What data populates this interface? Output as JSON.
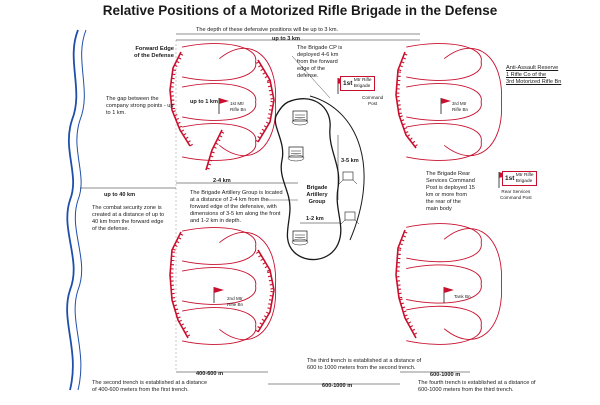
{
  "title": "Relative Positions of a Motorized Rifle Brigade in the Defense",
  "colors": {
    "trench": "#c8102e",
    "ink": "#1a1a1a",
    "blue": "#1f4fa8",
    "grey": "#777777"
  },
  "labels": {
    "depth_note": "The depth of these defensive positions will be up to 3 km.",
    "up_to_3km": "up to 3 km",
    "fed": "Forward Edge\nof the Defense",
    "gap_note": "The gap between the\ncompany strong points - up\nto 1 km.",
    "up_to_1km": "up to 1 km",
    "cp_note": "The Brigade CP is\ndeployed 4-6 km\nfrom the forward\nedge of the\ndefense.",
    "anti_assault": "Anti-Assault Reserve\n1 Rifle Co of the\n3rd Motorized Rifle Bn",
    "km_2_4": "2-4 km",
    "up_to_40km": "up to 40 km",
    "artillery_note": "The Brigade Artillery Group is located\nat a distance of 2-4 km from the\nforward edge of the defensive, with\ndimensions of 3-5 km along the front\nand 1-2 km in depth.",
    "security_note": "The combat security zone is\ncreated at a distance of up to\n40 km from the forward edge\nof the defense.",
    "km_3_5": "3-5 km",
    "km_1_2": "1-2 km",
    "artillery_group": "Brigade\nArtillery\nGroup",
    "rear_note": "The Brigade Rear\nServices Command\nPost is deployed 15\nkm or more from\nthe rear of the\nmain body",
    "m_400_600": "400-600 m",
    "m_600_1000_mid": "600-1000 m",
    "m_600_1000_right": "600-1000 m",
    "second_trench": "The second trench is established at a distance\nof 400-600 meters from the first trench.",
    "third_trench": "The third trench is established at a distance of\n600 to 1000 meters from the second trench.",
    "fourth_trench": "The fourth trench is established at a distance of\n600-1000 meters from the third trench."
  },
  "units": {
    "bn1": "1st Mtr\nRifle Bn",
    "bn2": "2nd Mtr\nRifle Bn",
    "bn3": "3rd Mtr\nRifle Bn",
    "tank": "Tank Bn"
  },
  "command_posts": {
    "cp": {
      "big": "1st",
      "small": "Mtr Rifle\nBrigade",
      "caption": "Command\nPost"
    },
    "rear": {
      "big": "1st",
      "small": "Mtr Rifle\nBrigade",
      "caption": "Rear Services\nCommand Post"
    }
  }
}
